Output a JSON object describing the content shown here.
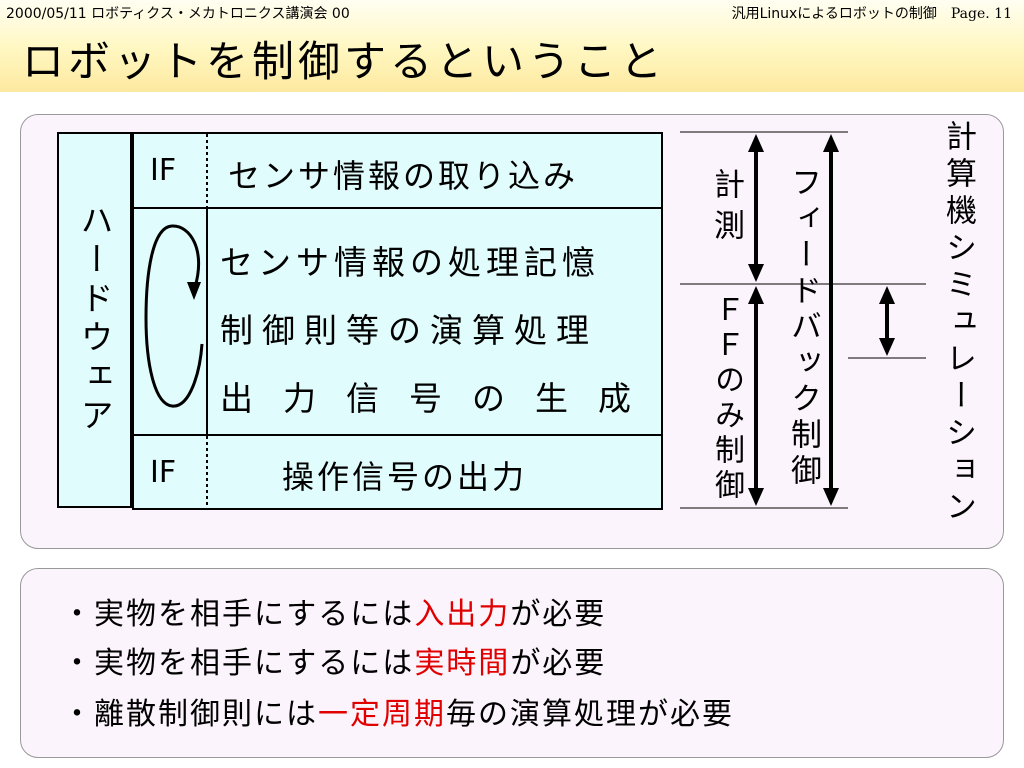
{
  "header": {
    "left": "2000/05/11 ロボティクス・メカトロニクス講演会 00",
    "right": "汎用Linuxによるロボットの制御",
    "page": "Page. 11"
  },
  "title": "ロボットを制御するということ",
  "diagram": {
    "hardware": "ハードウェア",
    "if_top": "IF",
    "sensor_input": "センサ情報の取り込み",
    "process_lines": [
      "センサ情報の処理記憶",
      "制御則等の演算処理",
      "出力信号の生成"
    ],
    "if_bottom": "IF",
    "output": "操作信号の出力",
    "measure": "計測",
    "ff_control": "ＦＦのみ制御",
    "feedback_control": "フィードバック制御",
    "simulation": "計算機シミュレーション"
  },
  "bullets": [
    {
      "prefix": "・実物を相手にするには",
      "highlight": "入出力",
      "suffix": "が必要"
    },
    {
      "prefix": "・実物を相手にするには",
      "highlight": "実時間",
      "suffix": "が必要"
    },
    {
      "prefix": "・離散制御則には",
      "highlight": "一定周期",
      "suffix": "毎の演算処理が必要"
    }
  ],
  "colors": {
    "highlight": "#e00000",
    "box_fill": "#e1fcfc",
    "panel_fill": "#fbf4fc",
    "header_fill": "#fff7c0"
  }
}
